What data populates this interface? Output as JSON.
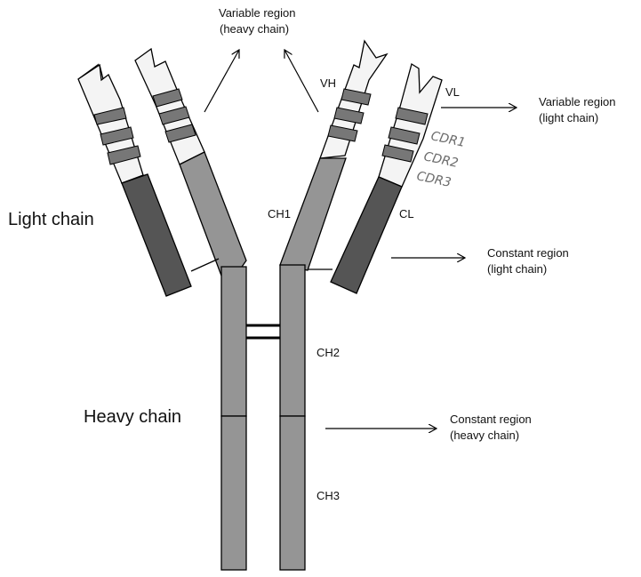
{
  "labels": {
    "variable_heavy_line1": "Variable region",
    "variable_heavy_line2": "(heavy chain)",
    "variable_light_line1": "Variable region",
    "variable_light_line2": "(light chain)",
    "constant_light_line1": "Constant region",
    "constant_light_line2": "(light chain)",
    "constant_heavy_line1": "Constant region",
    "constant_heavy_line2": "(heavy chain)",
    "light_chain": "Light chain",
    "heavy_chain": "Heavy chain",
    "vh": "VH",
    "vl": "VL",
    "ch1": "CH1",
    "cl": "CL",
    "ch2": "CH2",
    "ch3": "CH3",
    "cdr1": "CDR1",
    "cdr2": "CDR2",
    "cdr3": "CDR3"
  },
  "colors": {
    "heavy_constant": "#959595",
    "light_constant": "#555555",
    "variable_fill": "#f4f4f4",
    "cdr_band": "#777777",
    "outline": "#000000"
  }
}
